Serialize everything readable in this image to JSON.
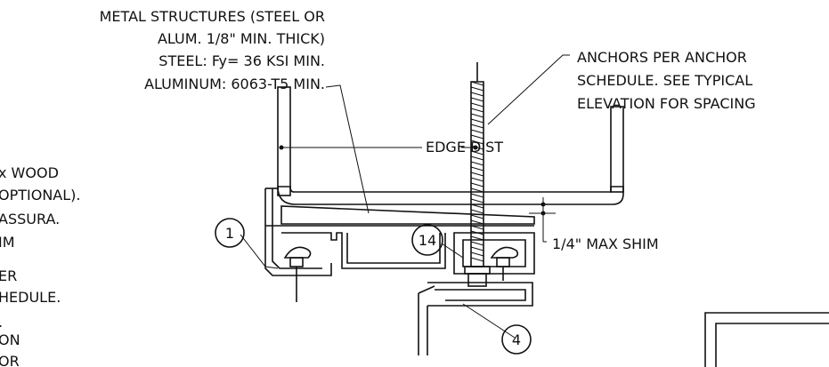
{
  "labels": {
    "metal_structures": [
      "METAL STRUCTURES (STEEL OR",
      "ALUM. 1/8\" MIN. THICK)",
      "STEEL: Fy= 36 KSI MIN.",
      "ALUMINUM: 6063-T5 MIN."
    ],
    "anchors": [
      "ANCHORS PER ANCHOR",
      "SCHEDULE. SEE TYPICAL",
      "ELEVATION FOR SPACING"
    ],
    "edge_dist": "EDGE DIST",
    "shim": "1/4\" MAX SHIM",
    "left_cut": [
      "x WOOD",
      "OPTIONAL).",
      "ASSURA.",
      "IM",
      "ER",
      "HEDULE.",
      ".",
      "ON",
      "OR"
    ]
  },
  "callouts": {
    "c1": "1",
    "c14": "14",
    "c4": "4"
  }
}
